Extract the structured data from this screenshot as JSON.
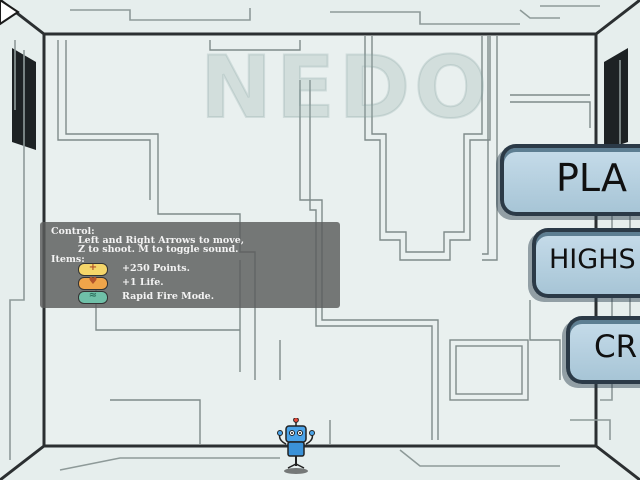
{
  "game": {
    "logo_text": "NEDO"
  },
  "menu": {
    "play_label": "PLA",
    "highscores_label": "HIGHS",
    "credits_label": "CR"
  },
  "info": {
    "control_heading": "Control:",
    "control_line_1": "Left and Right Arrows to move,",
    "control_line_2": "Z to shoot. M to toggle sound.",
    "items_heading": "Items:",
    "items": [
      {
        "icon": "plus-coin-icon",
        "label": "+250 Points."
      },
      {
        "icon": "heart-coin-icon",
        "label": "+1 Life."
      },
      {
        "icon": "wave-coin-icon",
        "label": "Rapid Fire Mode."
      }
    ]
  },
  "colors": {
    "background": "#e3eceb",
    "frame": "#2b2f31",
    "button_fill": "#b7d2e1",
    "button_border": "#2b3a47",
    "panel": "#5a5c5c",
    "robot": "#4aa3e8"
  }
}
